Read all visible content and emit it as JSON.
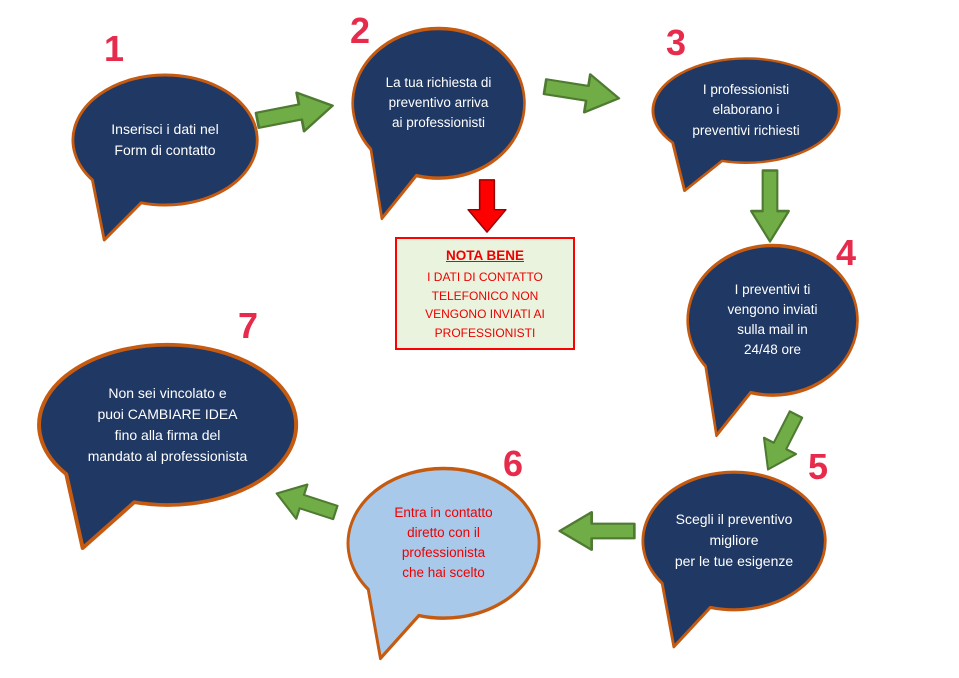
{
  "steps": [
    {
      "number": "1",
      "text": "Inserisci i dati nel\nForm di contatto"
    },
    {
      "number": "2",
      "text": "La tua richiesta di\npreventivo arriva\nai professionisti"
    },
    {
      "number": "3",
      "text": "I professionisti\nelaborano i\npreventivi richiesti"
    },
    {
      "number": "4",
      "text": "I preventivi ti\nvengono inviati\nsulla mail in\n24/48 ore"
    },
    {
      "number": "5",
      "text": "Scegli il preventivo\nmigliore\nper le tue esigenze"
    },
    {
      "number": "6",
      "text": "Entra in contatto\ndiretto con il\nprofessionista\nche hai scelto"
    },
    {
      "number": "7",
      "text": "Non sei vincolato e\npuoi CAMBIARE IDEA\nfino alla firma del\nmandato al professionista"
    }
  ],
  "note": {
    "title": "NOTA BENE",
    "body": "I DATI DI CONTATTO\nTELEFONICO NON\nVENGONO INVIATI AI\nPROFESSIONISTI"
  },
  "colors": {
    "bubble_fill": "#1f3864",
    "bubble_fill_light": "#a9c9ea",
    "bubble_border": "#c55a11",
    "bubble_text": "#ffffff",
    "red_text": "#ee0000",
    "number_color": "#e72b4c",
    "arrow_green_fill": "#70ad47",
    "arrow_green_stroke": "#4e7a31",
    "arrow_red_fill": "#ff0000",
    "arrow_red_stroke": "#990000",
    "note_bg": "#e9f3de",
    "note_border": "#ff0000"
  }
}
